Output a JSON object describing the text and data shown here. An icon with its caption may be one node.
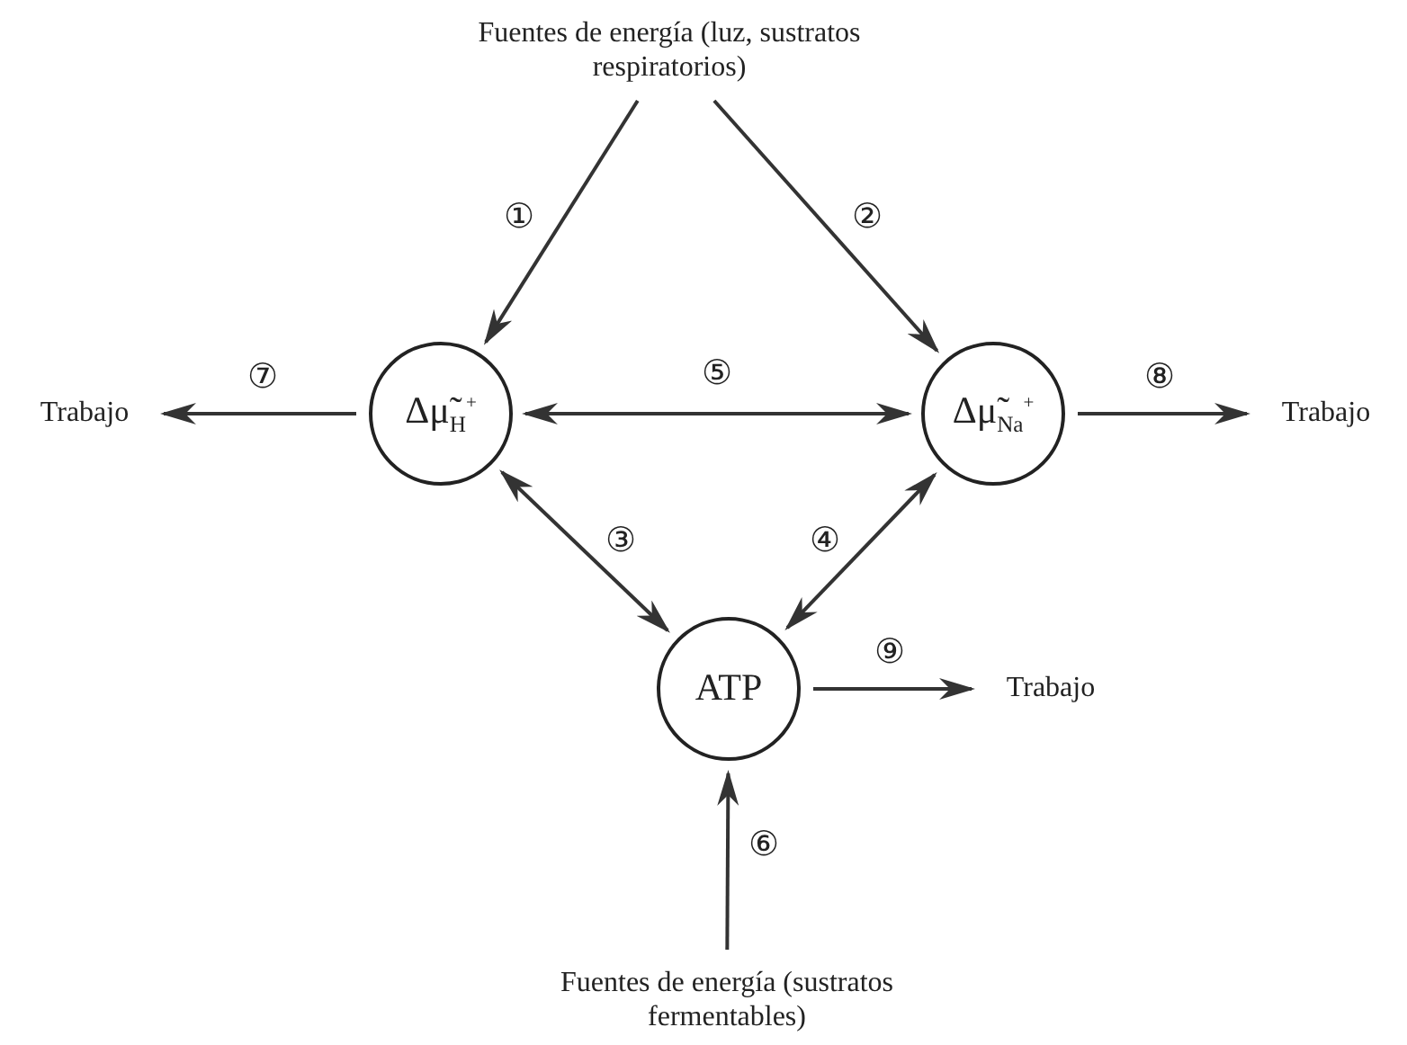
{
  "diagram": {
    "nodes": [
      {
        "text": [
          "Fuentes de energía (luz, sustratos respiratorios)"
        ]
      },
      {
        "text": [
          "Δμ̃$_{H}$$^{+}$"
        ]
      },
      {
        "text": [
          "Δμ̃$_{Na}$$^{+}$"
        ]
      },
      {
        "text": [
          "ATP"
        ]
      },
      {
        "text": [
          "Fuentes de energía (sustratos fermentables)"
        ]
      },
      {
        "text": [
          "Trabajo"
        ]
      },
      {
        "text": [
          "Trabajo"
        ]
      },
      {
        "text": [
          "Trabajo"
        ]
      }
    ],
    "edges": [
      {
        "from": 0,
        "to": 1,
        "arrow": "to",
        "label": "①"
      },
      {
        "from": 0,
        "to": 2,
        "arrow": "to",
        "label": "②"
      },
      {
        "from": 1,
        "to": 3,
        "arrow": "both",
        "label": "③"
      },
      {
        "from": 2,
        "to": 3,
        "arrow": "both",
        "label": "④"
      },
      {
        "from": 1,
        "to": 2,
        "arrow": "both",
        "label": "⑤"
      },
      {
        "from": 4,
        "to": 3,
        "arrow": "to",
        "label": "⑥"
      },
      {
        "from": 1,
        "to": 5,
        "arrow": "to",
        "label": "⑦"
      },
      {
        "from": 2,
        "to": 6,
        "arrow": "to",
        "label": "⑧"
      },
      {
        "from": 3,
        "to": 7,
        "arrow": "to",
        "label": "⑨"
      }
    ]
  }
}
